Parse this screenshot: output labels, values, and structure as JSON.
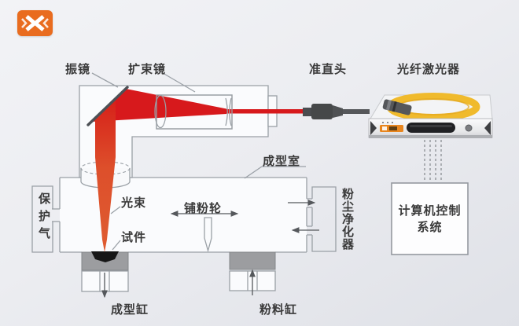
{
  "icons": {
    "brand_logo": "double-chevron-x"
  },
  "labels": {
    "galvo_mirror": "振镜",
    "beam_expander": "扩束镜",
    "collimator_head": "准直头",
    "fiber_laser": "光纤激光器",
    "forming_chamber": "成型室",
    "laser_beam": "光束",
    "powder_spreader": "铺粉轮",
    "specimen": "试件",
    "protective_gas": "保护气",
    "dust_purifier": "粉尘净化器",
    "computer_control": {
      "line1": "计算机控制",
      "line2": "系统"
    },
    "forming_cylinder": "成型缸",
    "powder_cylinder": "粉料缸"
  },
  "colors": {
    "bg-top": "#f2f3f6",
    "bg-bottom": "#dfe1e7",
    "line": "#9aa0a6",
    "beam-red": "#d7191c",
    "beam-orange": "#dd5630",
    "brand-orange": "#e96c1f",
    "coil-yellow": "#f0ba2c",
    "metal-gray": "#9c9da0",
    "text": "#3a3a3a"
  }
}
